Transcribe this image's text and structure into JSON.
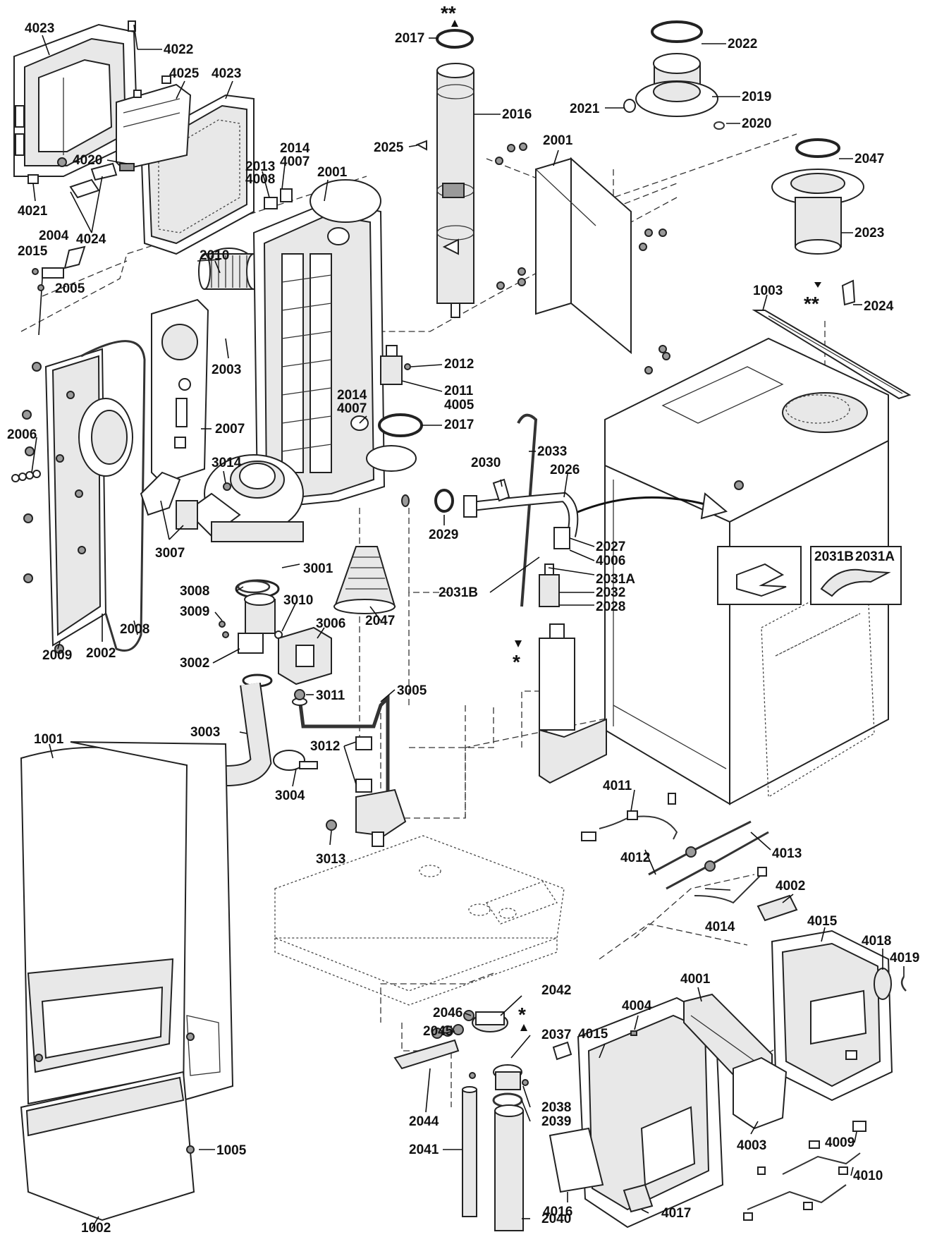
{
  "diagram": {
    "labels": {
      "l4023a": "4023",
      "l4022": "4022",
      "l4025": "4025",
      "l4023b": "4023",
      "l4020": "4020",
      "l4021": "4021",
      "l4024": "4024",
      "l2004": "2004",
      "l2015": "2015",
      "l2005": "2005",
      "l2017a": "2017",
      "l2016": "2016",
      "l2025": "2025",
      "l2014a": "2014",
      "l4007a": "4007",
      "l2013": "2013",
      "l4008": "4008",
      "l2001a": "2001",
      "l2001b": "2001",
      "l2010": "2010",
      "l2003": "2003",
      "l2007": "2007",
      "l2022": "2022",
      "l2021": "2021",
      "l2019": "2019",
      "l2020": "2020",
      "l2047a": "2047",
      "l2023": "2023",
      "l1003": "1003",
      "l2024": "2024",
      "l2012": "2012",
      "l2011": "2011",
      "l4005": "4005",
      "l2014b": "2014",
      "l4007b": "4007",
      "l2017b": "2017",
      "l2033": "2033",
      "l2030": "2030",
      "l2026": "2026",
      "l2029": "2029",
      "l2027": "2027",
      "l4006": "4006",
      "l2031Aa": "2031A",
      "l2031Ba": "2031B",
      "l2032": "2032",
      "l2028": "2028",
      "l2031Bbox": "2031B",
      "l2031Abox": "2031A",
      "l2006": "2006",
      "l3014": "3014",
      "l3007": "3007",
      "l3001": "3001",
      "l3008": "3008",
      "l3009": "3009",
      "l3010": "3010",
      "l3006": "3006",
      "l2047b": "2047",
      "l2009": "2009",
      "l2002": "2002",
      "l2008": "2008",
      "l3002": "3002",
      "l3011": "3011",
      "l3005": "3005",
      "l3003": "3003",
      "l3012": "3012",
      "l3004": "3004",
      "l3013": "3013",
      "l1001": "1001",
      "l4011": "4011",
      "l4012": "4012",
      "l4013": "4013",
      "l4014": "4014",
      "l4002": "4002",
      "l4015a": "4015",
      "l4018": "4018",
      "l4019": "4019",
      "l4001": "4001",
      "l4004": "4004",
      "l4015b": "4015",
      "l2042": "2042",
      "l2046": "2046",
      "l2045": "2045",
      "l2037": "2037",
      "l2038": "2038",
      "l2039": "2039",
      "l2044": "2044",
      "l2041": "2041",
      "l2040": "2040",
      "l4016": "4016",
      "l4017": "4017",
      "l4003": "4003",
      "l4009": "4009",
      "l4010": "4010",
      "l1005": "1005",
      "l1002": "1002"
    },
    "markers": {
      "dbl_top": "**",
      "dbl_mid": "**",
      "sgl_mid": "*",
      "sgl_bot": "*"
    }
  }
}
